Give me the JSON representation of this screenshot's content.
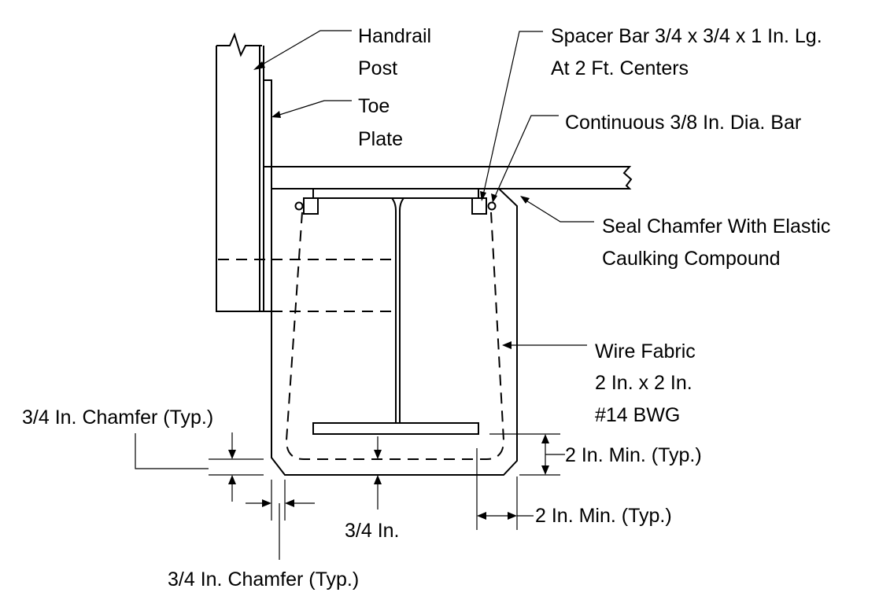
{
  "labels": {
    "handrail_line1": "Handrail",
    "handrail_line2": "Post",
    "toe_line1": "Toe",
    "toe_line2": "Plate",
    "spacer_line1": "Spacer Bar 3/4 x 3/4 x 1 In. Lg.",
    "spacer_line2": "At 2 Ft. Centers",
    "continuous_bar": "Continuous 3/8 In. Dia. Bar",
    "seal_line1": "Seal Chamfer With Elastic",
    "seal_line2": "Caulking Compound",
    "wire_line1": "Wire Fabric",
    "wire_line2": "2 In. x 2 In.",
    "wire_line3": "#14 BWG",
    "chamfer_typ_upper": "3/4 In. Chamfer (Typ.)",
    "chamfer_typ_lower": "3/4 In. Chamfer (Typ.)",
    "min_vertical": "2 In. Min. (Typ.)",
    "min_horizontal": "2 In. Min. (Typ.)",
    "bottom_cover": "3/4 In."
  }
}
